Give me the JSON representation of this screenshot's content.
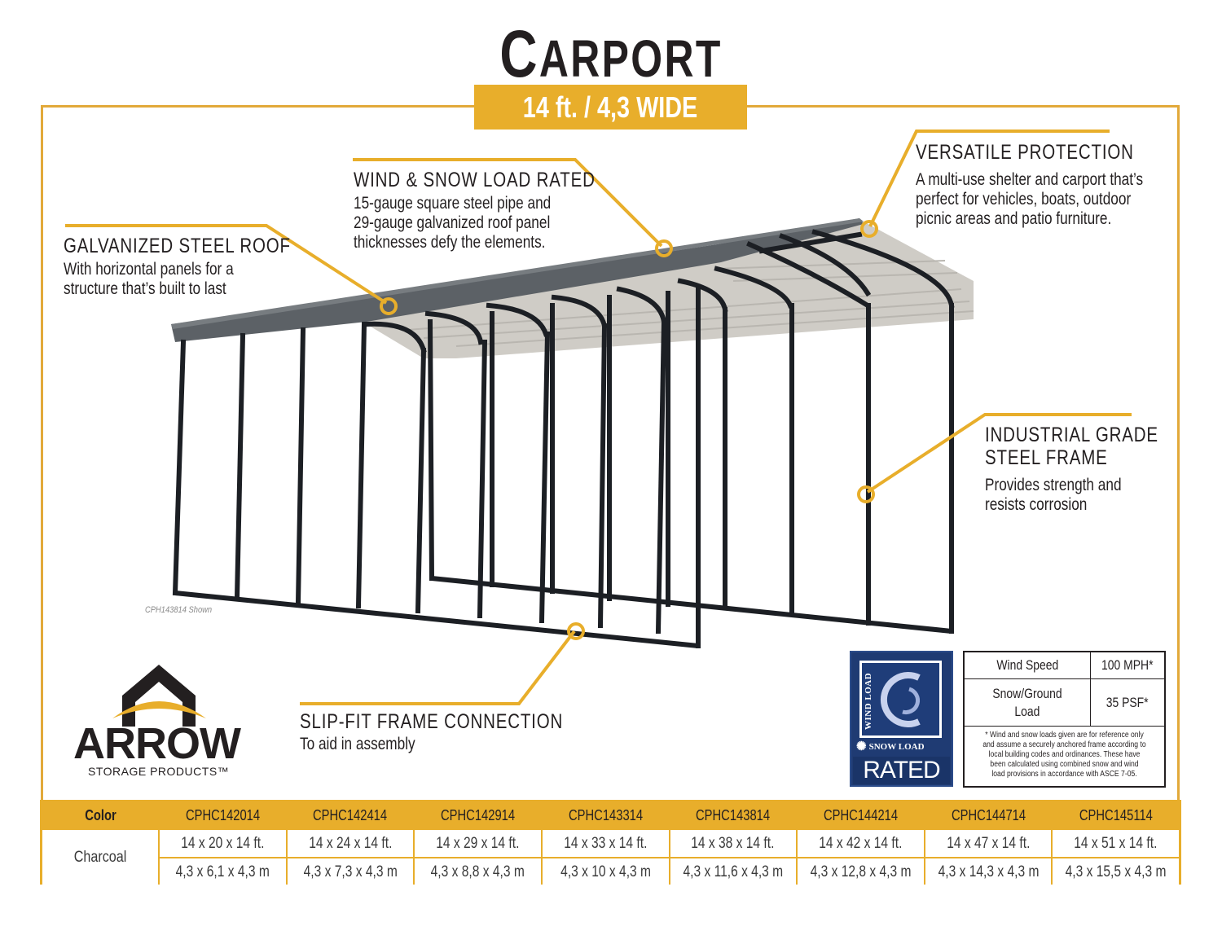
{
  "header": {
    "title_initial": "C",
    "title_rest": "ARPORT",
    "banner": "14 ft. / 4,3 WIDE"
  },
  "colors": {
    "accent": "#e8ae2b",
    "text": "#231f20",
    "roof_outer": "#5b6064",
    "roof_inner": "#c9c7c2",
    "frame": "#1c1f24",
    "badge_blue": "#1f3b73"
  },
  "callouts": {
    "roof": {
      "heading": "GALVANIZED STEEL ROOF",
      "lines": [
        "With horizontal panels for a",
        "structure that’s built to last"
      ]
    },
    "wind_snow": {
      "heading": "WIND & SNOW LOAD RATED",
      "lines": [
        "15-gauge square steel pipe and",
        "29-gauge galvanized roof panel",
        "thicknesses defy the elements."
      ]
    },
    "versatile": {
      "heading": "VERSATILE PROTECTION",
      "lines": [
        "A multi-use shelter and carport that’s",
        "perfect for vehicles, boats, outdoor",
        "picnic areas and patio furniture."
      ]
    },
    "frame": {
      "heading_lines": [
        "INDUSTRIAL GRADE",
        "STEEL FRAME"
      ],
      "lines": [
        "Provides strength and",
        "resists corrosion"
      ]
    },
    "slip_fit": {
      "heading": "SLIP-FIT FRAME CONNECTION",
      "lines": [
        "To aid in assembly"
      ]
    }
  },
  "image_caption": "CPH143814 Shown",
  "logo": {
    "name": "ARROW",
    "tagline": "STORAGE PRODUCTS™"
  },
  "badge": {
    "top_text": "WIND LOAD",
    "middle_text": "SNOW LOAD",
    "bottom_text": "RATED"
  },
  "load_table": {
    "rows": [
      {
        "label": "Wind Speed",
        "value": "100 MPH*"
      },
      {
        "label_lines": [
          "Snow/Ground",
          "Load"
        ],
        "value": "35 PSF*"
      }
    ],
    "note": "* Wind and snow loads given are for reference only and assume a securely anchored frame according to local building codes and ordinances. These have been calculated using combined snow and wind load provisions in accordance with ASCE 7-05."
  },
  "spec_table": {
    "color_header": "Color",
    "color_value": "Charcoal",
    "models": [
      {
        "sku": "CPHC142014",
        "imperial": "14 x 20 x 14 ft.",
        "metric": "4,3 x 6,1 x 4,3 m"
      },
      {
        "sku": "CPHC142414",
        "imperial": "14 x 24 x 14 ft.",
        "metric": "4,3 x 7,3 x 4,3 m"
      },
      {
        "sku": "CPHC142914",
        "imperial": "14 x 29 x 14 ft.",
        "metric": "4,3 x 8,8 x 4,3 m"
      },
      {
        "sku": "CPHC143314",
        "imperial": "14 x 33 x 14 ft.",
        "metric": "4,3 x 10 x 4,3 m"
      },
      {
        "sku": "CPHC143814",
        "imperial": "14 x 38 x 14 ft.",
        "metric": "4,3 x 11,6 x 4,3 m"
      },
      {
        "sku": "CPHC144214",
        "imperial": "14 x 42 x 14 ft.",
        "metric": "4,3 x 12,8 x 4,3 m"
      },
      {
        "sku": "CPHC144714",
        "imperial": "14 x 47 x 14 ft.",
        "metric": "4,3 x 14,3 x 4,3 m"
      },
      {
        "sku": "CPHC145114",
        "imperial": "14 x 51 x 14 ft.",
        "metric": "4,3 x 15,5 x 4,3 m"
      }
    ]
  }
}
